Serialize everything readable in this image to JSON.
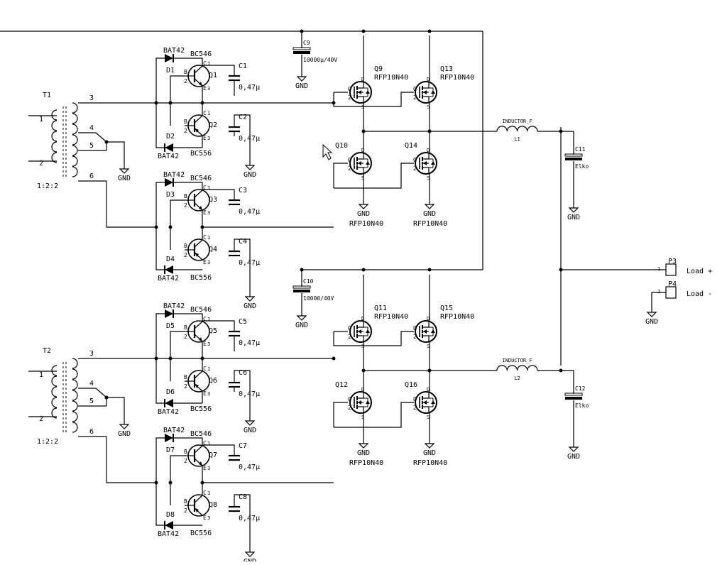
{
  "colors": {
    "wire": "#000000",
    "background": "#ffffff"
  },
  "transformers": [
    {
      "ref": "T1",
      "ratio": "1:2:2",
      "pins": [
        "1",
        "2",
        "3",
        "4",
        "5",
        "6"
      ]
    },
    {
      "ref": "T2",
      "ratio": "1:2:2",
      "pins": [
        "1",
        "2",
        "3",
        "4",
        "5",
        "6"
      ]
    }
  ],
  "npn": [
    {
      "ref": "Q1",
      "value": "BC546"
    },
    {
      "ref": "Q3",
      "value": "BC546"
    },
    {
      "ref": "Q5",
      "value": "BC546"
    },
    {
      "ref": "Q7",
      "value": "BC546"
    }
  ],
  "pnp": [
    {
      "ref": "Q2",
      "value": "BC556"
    },
    {
      "ref": "Q4",
      "value": "BC556"
    },
    {
      "ref": "Q6",
      "value": "BC556"
    },
    {
      "ref": "Q8",
      "value": "BC556"
    }
  ],
  "diodes": [
    {
      "ref": "D1",
      "value": "BAT42"
    },
    {
      "ref": "D2",
      "value": "BAT42"
    },
    {
      "ref": "D3",
      "value": "BAT42"
    },
    {
      "ref": "D4",
      "value": "BAT42"
    },
    {
      "ref": "D5",
      "value": "BAT42"
    },
    {
      "ref": "D6",
      "value": "BAT42"
    },
    {
      "ref": "D7",
      "value": "BAT42"
    },
    {
      "ref": "D8",
      "value": "BAT42"
    }
  ],
  "caps": [
    {
      "ref": "C1",
      "value": "0,47µ"
    },
    {
      "ref": "C2",
      "value": "0,47µ"
    },
    {
      "ref": "C3",
      "value": "0,47µ"
    },
    {
      "ref": "C4",
      "value": "0,47µ"
    },
    {
      "ref": "C5",
      "value": "0,47µ"
    },
    {
      "ref": "C6",
      "value": "0,47µ"
    },
    {
      "ref": "C7",
      "value": "0,47µ"
    },
    {
      "ref": "C8",
      "value": "0,47µ"
    }
  ],
  "bulk_caps": [
    {
      "ref": "C9",
      "value": "10000µ/40V"
    },
    {
      "ref": "C10",
      "value": "10000/40V"
    },
    {
      "ref": "C11",
      "value": "Elko"
    },
    {
      "ref": "C12",
      "value": "Elko"
    }
  ],
  "mosfets": [
    {
      "ref": "Q9",
      "value": "RFP10N40"
    },
    {
      "ref": "Q13",
      "value": "RFP10N40"
    },
    {
      "ref": "Q10",
      "value": "RFP10N40"
    },
    {
      "ref": "Q14",
      "value": "RFP10N40"
    },
    {
      "ref": "Q11",
      "value": "RFP10N40"
    },
    {
      "ref": "Q15",
      "value": "RFP10N40"
    },
    {
      "ref": "Q12",
      "value": "RFP10N40"
    },
    {
      "ref": "Q16",
      "value": "RFP10N40"
    }
  ],
  "inductors": [
    {
      "ref": "L1",
      "value": "INDUCTOR_F"
    },
    {
      "ref": "L2",
      "value": "INDUCTOR_F"
    }
  ],
  "connectors": [
    {
      "ref": "P3",
      "pin": "1",
      "label": "Load +"
    },
    {
      "ref": "P4",
      "pin": "1",
      "label": "Load -"
    }
  ],
  "ground_label": "GND",
  "pin_labels": {
    "b": "B",
    "c": "C",
    "e": "E",
    "g": "G",
    "d": "D",
    "s": "S",
    "one": "1",
    "two": "2",
    "three": "3"
  },
  "cursor": "arrow-cursor"
}
